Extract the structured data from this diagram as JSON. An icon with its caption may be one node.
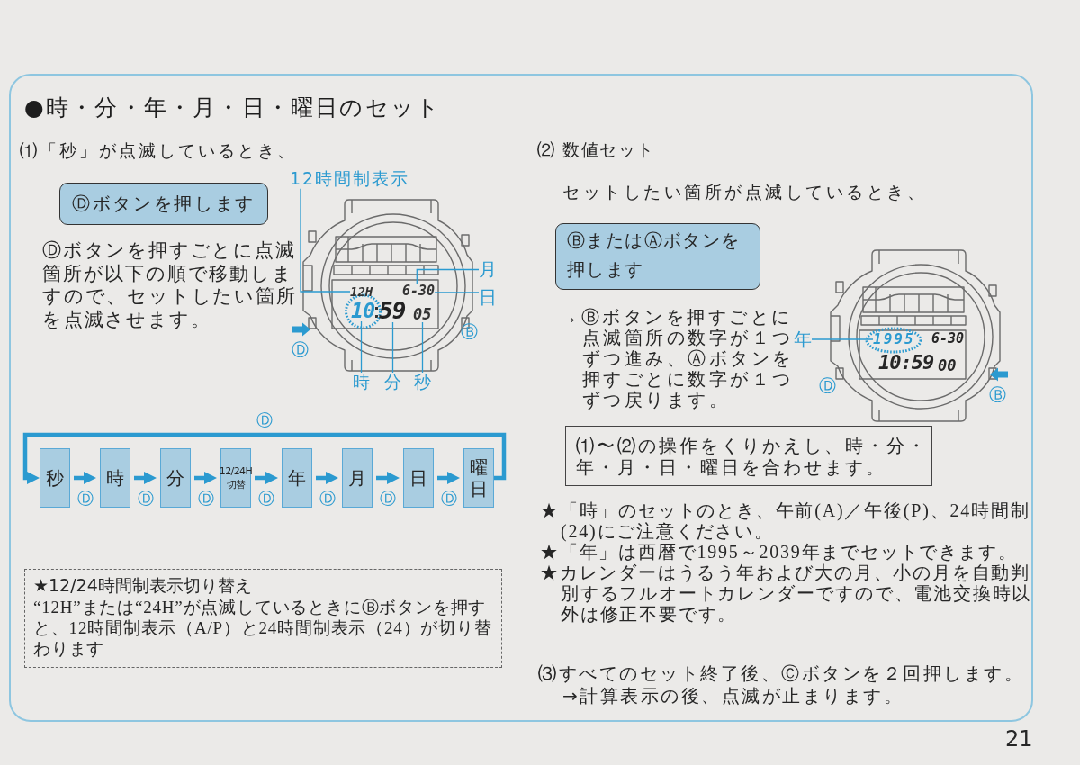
{
  "diagram": {
    "nodes": [
      {
        "text": [
          "●時・分・年・月・日・曜日のセット"
        ]
      },
      {
        "text": [
          "Ⓓボタンを押します"
        ],
        "in": 0
      },
      {
        "text": [
          "12時間制表示"
        ],
        "in": 0
      },
      {
        "text": [
          "12H"
        ],
        "in": 0
      },
      {
        "text": [
          "6-30"
        ],
        "in": 0
      },
      {
        "text": [
          "10"
        ],
        "in": 0
      },
      {
        "text": [
          "59"
        ],
        "in": 0
      },
      {
        "text": [
          "05"
        ],
        "in": 0
      },
      {
        "text": [
          "月"
        ],
        "in": 0
      },
      {
        "text": [
          "日"
        ],
        "in": 0
      },
      {
        "text": [
          "時"
        ],
        "in": 0
      },
      {
        "text": [
          "分"
        ],
        "in": 0
      },
      {
        "text": [
          "秒"
        ],
        "in": 0
      },
      {
        "text": [
          "秒"
        ],
        "in": 0
      },
      {
        "text": [
          "時"
        ],
        "in": 0
      },
      {
        "text": [
          "分"
        ],
        "in": 0
      },
      {
        "text": [
          "12/24H切替"
        ],
        "in": 0
      },
      {
        "text": [
          "年"
        ],
        "in": 0
      },
      {
        "text": [
          "月"
        ],
        "in": 0
      },
      {
        "text": [
          "日"
        ],
        "in": 0
      },
      {
        "text": [
          "曜日"
        ],
        "in": 0
      },
      {
        "text": [
          "★12/24時間制表示切り替え",
          "“12H”または“24H”が点滅しているときにⒷボタンを押すと、12時間制表示（A/P）と24時間制表示（24）が切り替わります"
        ],
        "in": 0
      },
      {
        "text": [
          "ⒷまたはⒶボタンを押します"
        ],
        "in": 0
      },
      {
        "text": [
          "年"
        ],
        "in": 0
      },
      {
        "text": [
          "1995"
        ],
        "in": 0
      },
      {
        "text": [
          "⑴〜⑵の操作をくりかえし、時・分・年・月・日・曜日を合わせます。"
        ],
        "in": 0
      }
    ],
    "edges": [
      {
        "from": 2,
        "to": 3,
        "arrow": "none"
      },
      {
        "from": 8,
        "to": 4,
        "arrow": "none"
      },
      {
        "from": 9,
        "to": 4,
        "arrow": "none"
      },
      {
        "from": 10,
        "to": 5,
        "arrow": "none"
      },
      {
        "from": 11,
        "to": 6,
        "arrow": "none"
      },
      {
        "from": 12,
        "to": 7,
        "arrow": "none"
      },
      {
        "from": 13,
        "to": 14,
        "arrow": "to",
        "label": "Ⓓ"
      },
      {
        "from": 14,
        "to": 15,
        "arrow": "to",
        "label": "Ⓓ"
      },
      {
        "from": 15,
        "to": 16,
        "arrow": "to",
        "label": "Ⓓ"
      },
      {
        "from": 16,
        "to": 17,
        "arrow": "to",
        "label": "Ⓓ"
      },
      {
        "from": 17,
        "to": 18,
        "arrow": "to",
        "label": "Ⓓ"
      },
      {
        "from": 18,
        "to": 19,
        "arrow": "to",
        "label": "Ⓓ"
      },
      {
        "from": 19,
        "to": 20,
        "arrow": "to",
        "label": "Ⓓ"
      },
      {
        "from": 20,
        "to": 13,
        "arrow": "to",
        "label": "Ⓓ"
      },
      {
        "from": 23,
        "to": 24,
        "arrow": "none"
      }
    ],
    "labels": [
      "⑴「秒」が点滅しているとき、",
      "Ⓓボタンを押すごとに点滅箇所が以下の順で移動しますので、セットしたい箇所を点滅させます。",
      "Ⓓ",
      "Ⓑ",
      "⑵ 数値セット",
      "セットしたい箇所が点滅しているとき、",
      "→Ⓑボタンを押すごとに点滅箇所の数字が１つずつ進み、Ⓐボタンを押すごとに数字が１つずつ戻ります。",
      "6-30",
      "10:59",
      "00",
      "Ⓓ",
      "Ⓑ",
      "★「時」のセットのとき、午前(A)／午後(P)、24時間制(24)にご注意ください。",
      "★「年」は西暦で1995～2039年までセットできます。",
      "★カレンダーはうるう年および大の月、小の月を自動判別するフルオートカレンダーですので、電池交換時以外は修正不要です。",
      "⑶すべてのセット終了後、Ⓒボタンを２回押します。",
      "→計算表示の後、点滅が止まります。",
      "21"
    ]
  }
}
